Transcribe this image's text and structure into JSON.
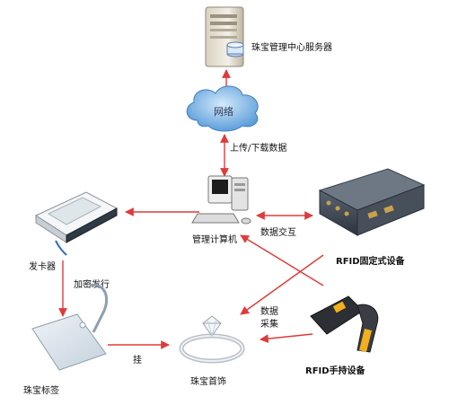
{
  "nodes": {
    "server": "珠宝管理中心服务器",
    "network": "网络",
    "computer": "管理计算机",
    "card_issuer": "发卡器",
    "rfid_fixed": "RFID固定式设备",
    "jewelry_tag": "珠宝标签",
    "jewelry": "珠宝首饰",
    "rfid_handheld": "RFID手持设备"
  },
  "edges": {
    "upload_download": "上传/下载数据",
    "data_exchange": "数据交互",
    "encrypt_issue": "加密发行",
    "data_collect_1": "数据",
    "data_collect_2": "采集",
    "attach": "挂"
  },
  "colors": {
    "arrow": "#e03a3a",
    "cloud": "#5d9ed9",
    "cloud_light": "#a9d2f5"
  }
}
